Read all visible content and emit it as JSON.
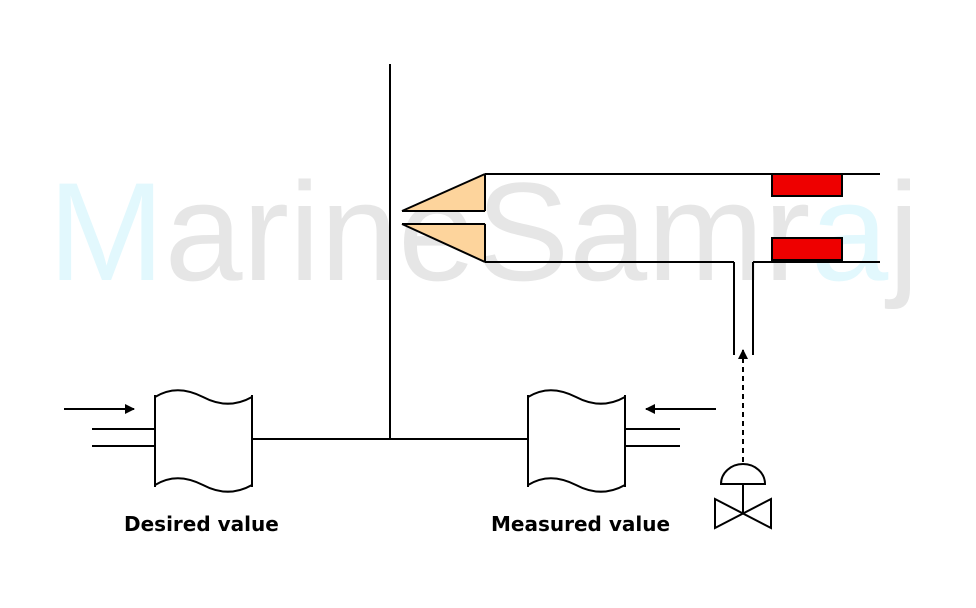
{
  "watermark": {
    "text_m": "M",
    "text_middle": "arineSamr",
    "text_a": "a",
    "text_j": "j",
    "color_grey": "#e6e6e6",
    "color_cyan": "#e2f8fd"
  },
  "labels": {
    "desired_value": "Desired value",
    "measured_value": "Measured value"
  },
  "colors": {
    "line": "#000000",
    "nozzle_fill": "#fdd49c",
    "nozzle_stroke": "#f5b257",
    "restrictor_fill": "#ee0000"
  }
}
